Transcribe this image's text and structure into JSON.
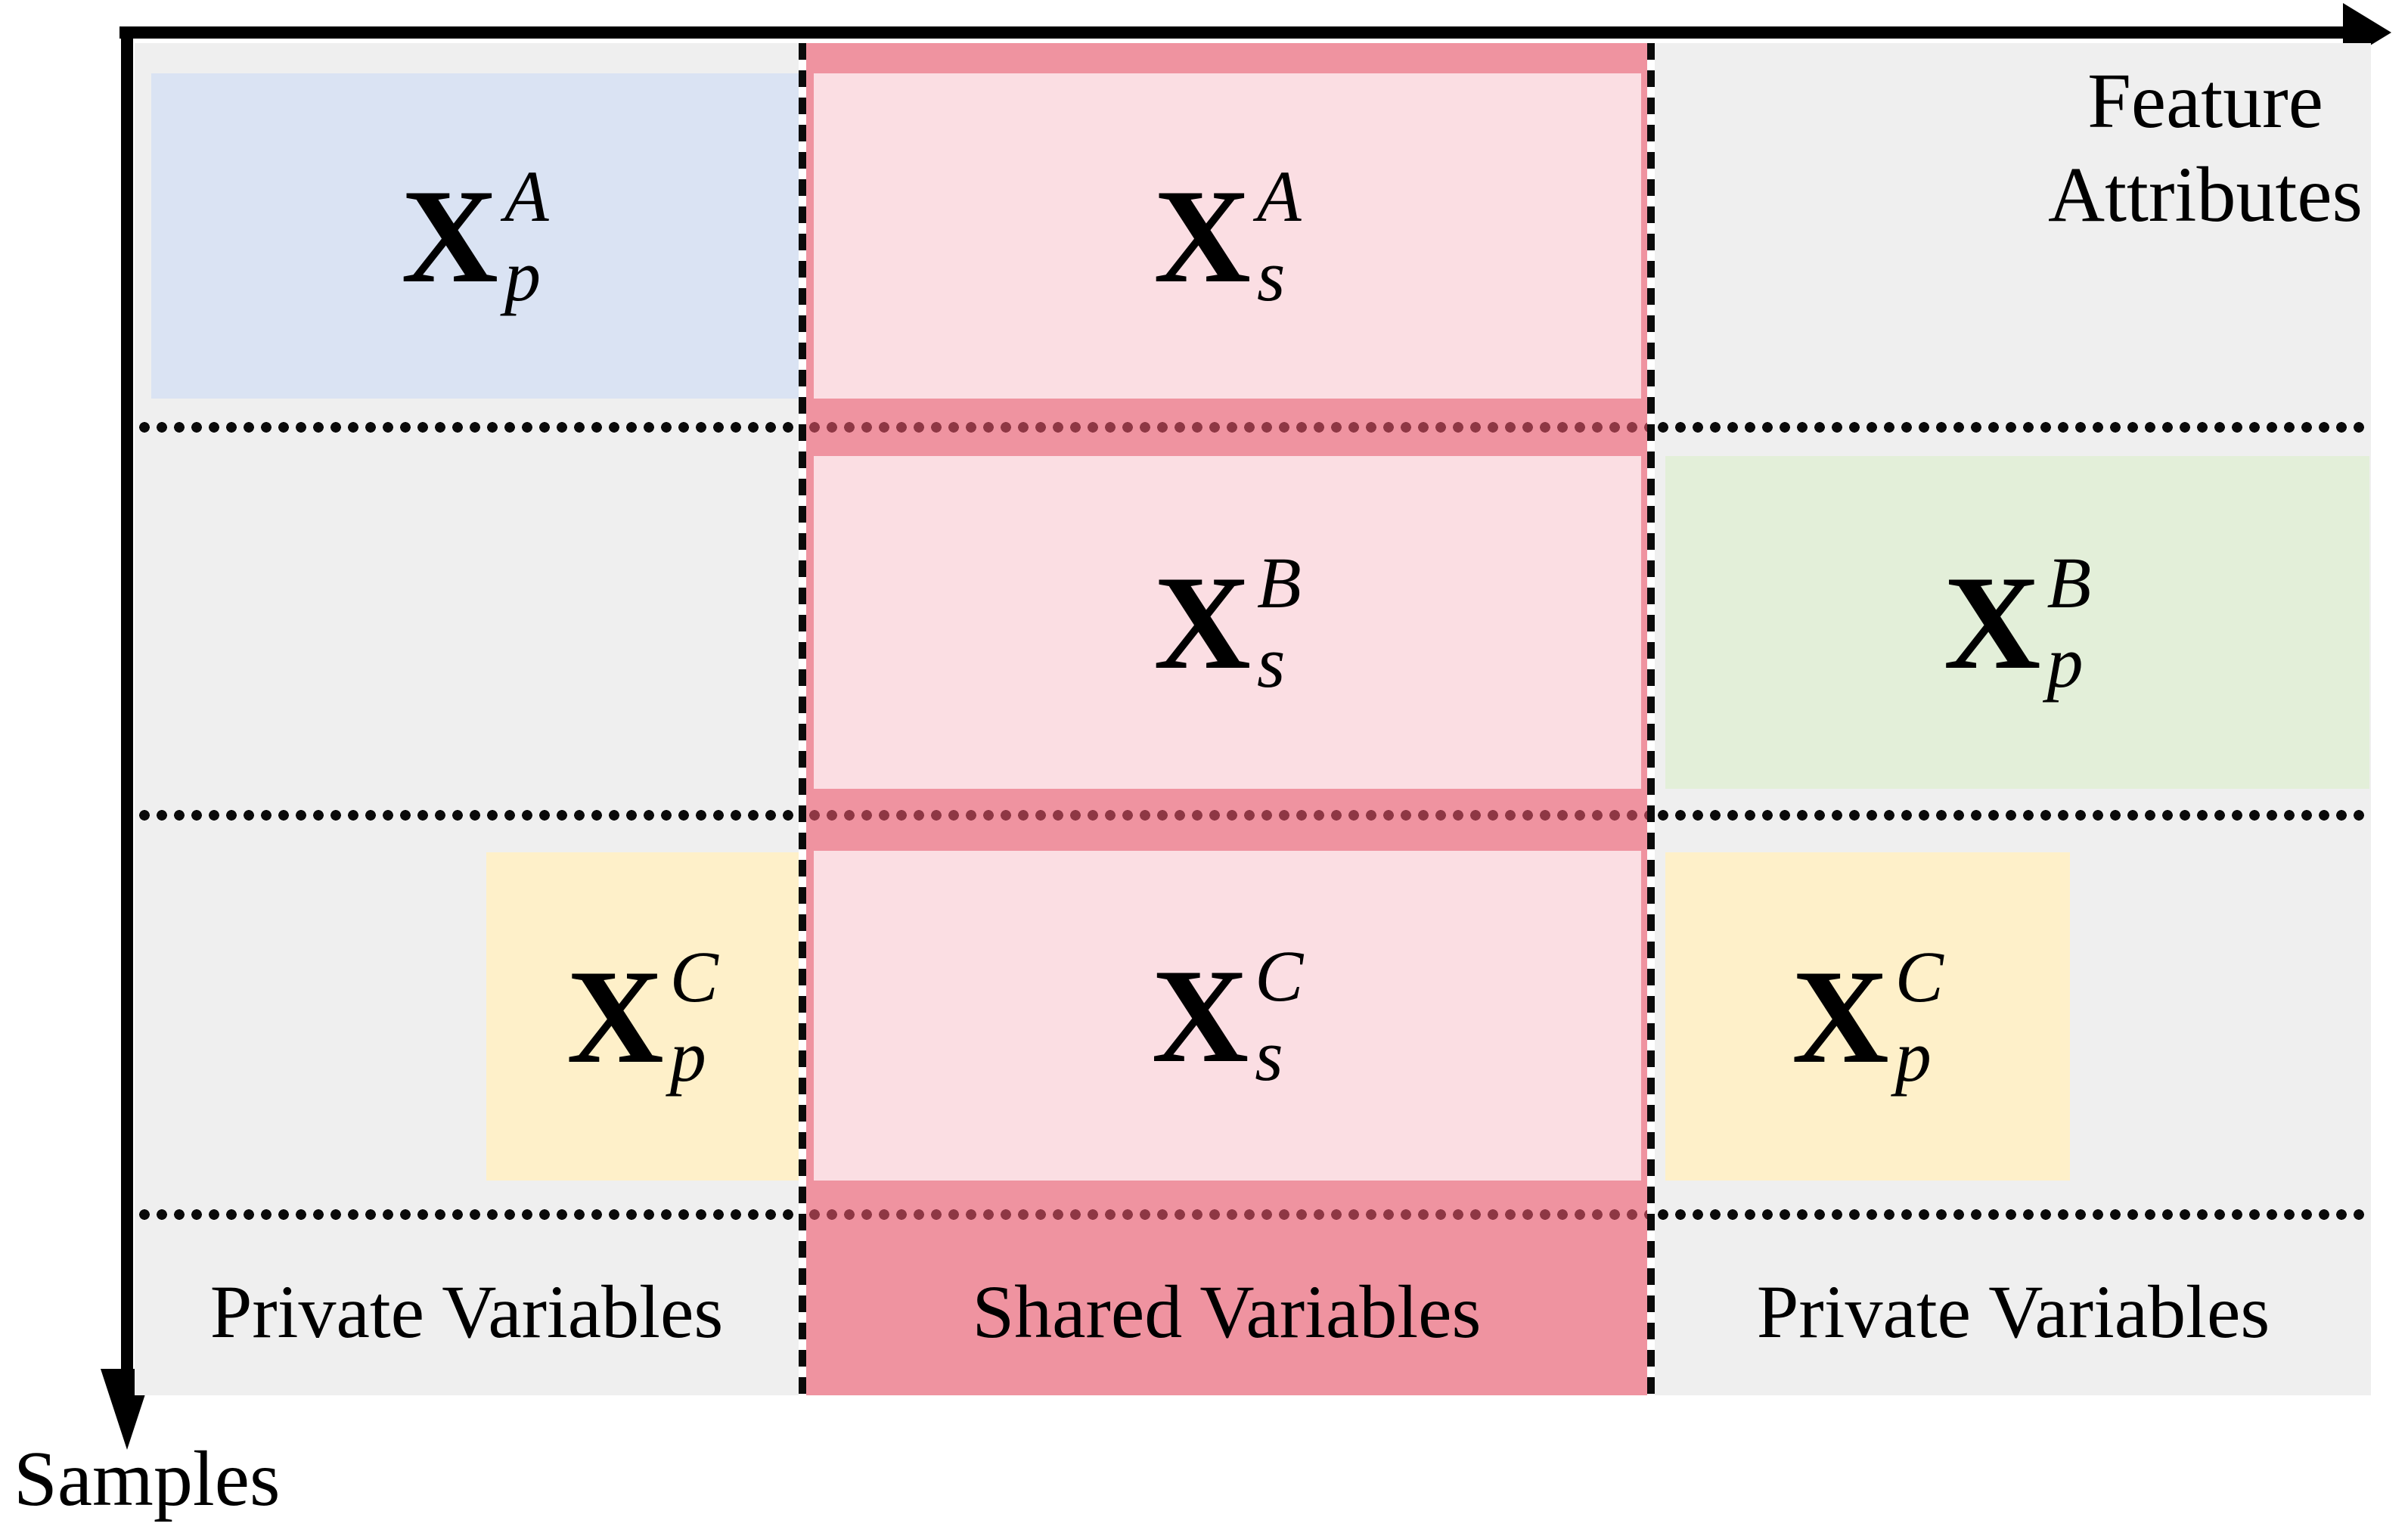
{
  "figure": {
    "x_axis_label_line1": "Feature",
    "x_axis_label_line2": "Attributes",
    "y_axis_label": "Samples"
  },
  "matrix": {
    "blocks": {
      "a_private": {
        "base": "X",
        "sup": "A",
        "sub": "p"
      },
      "a_shared": {
        "base": "X",
        "sup": "A",
        "sub": "s"
      },
      "b_shared": {
        "base": "X",
        "sup": "B",
        "sub": "s"
      },
      "b_private": {
        "base": "X",
        "sup": "B",
        "sub": "p"
      },
      "c_private_left": {
        "base": "X",
        "sup": "C",
        "sub": "p"
      },
      "c_shared": {
        "base": "X",
        "sup": "C",
        "sub": "s"
      },
      "c_private_right": {
        "base": "X",
        "sup": "C",
        "sub": "p"
      }
    },
    "footer": {
      "left": "Private Variables",
      "middle": "Shared Variables",
      "right": "Private Variables"
    }
  },
  "colors": {
    "background_gray": "#EFEFEF",
    "shared_dark_pink": "#EF93A0",
    "shared_light_pink": "#FBDEE3",
    "private_blue": "#DAE3F3",
    "private_green": "#E3EFD9",
    "private_yellow": "#FEF0C9",
    "separator_dot_black": "#0A0A0A",
    "separator_dot_maroon": "#8E3744",
    "axis_black": "#000000"
  }
}
